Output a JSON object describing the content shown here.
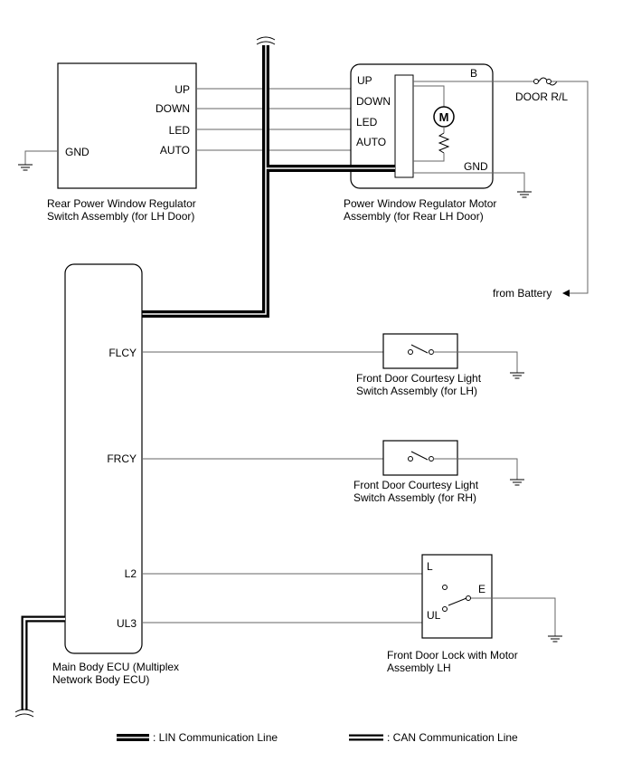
{
  "switch_assy": {
    "pins": {
      "up": "UP",
      "down": "DOWN",
      "led": "LED",
      "auto": "AUTO",
      "gnd": "GND"
    },
    "name_l1": "Rear Power Window Regulator",
    "name_l2": "Switch Assembly (for LH Door)"
  },
  "motor_assy": {
    "pins": {
      "up": "UP",
      "down": "DOWN",
      "led": "LED",
      "auto": "AUTO",
      "gnd": "GND",
      "b": "B"
    },
    "motor_symbol": "M",
    "name_l1": "Power Window Regulator Motor",
    "name_l2": "Assembly (for Rear LH Door)"
  },
  "fuse": {
    "label": "DOOR R/L"
  },
  "battery": {
    "label": "from Battery"
  },
  "ecu": {
    "pins": {
      "flcy": "FLCY",
      "frcy": "FRCY",
      "l2": "L2",
      "ul3": "UL3"
    },
    "name_l1": "Main Body ECU (Multiplex",
    "name_l2": "Network Body ECU)"
  },
  "courtesy_lh": {
    "name_l1": "Front Door Courtesy Light",
    "name_l2": "Switch Assembly (for LH)"
  },
  "courtesy_rh": {
    "name_l1": "Front Door Courtesy Light",
    "name_l2": "Switch Assembly (for RH)"
  },
  "door_lock": {
    "pins": {
      "l": "L",
      "ul": "UL",
      "e": "E"
    },
    "name_l1": "Front Door Lock with Motor",
    "name_l2": "Assembly LH"
  },
  "legend": {
    "lin": ": LIN Communication Line",
    "can": ": CAN Communication Line"
  }
}
